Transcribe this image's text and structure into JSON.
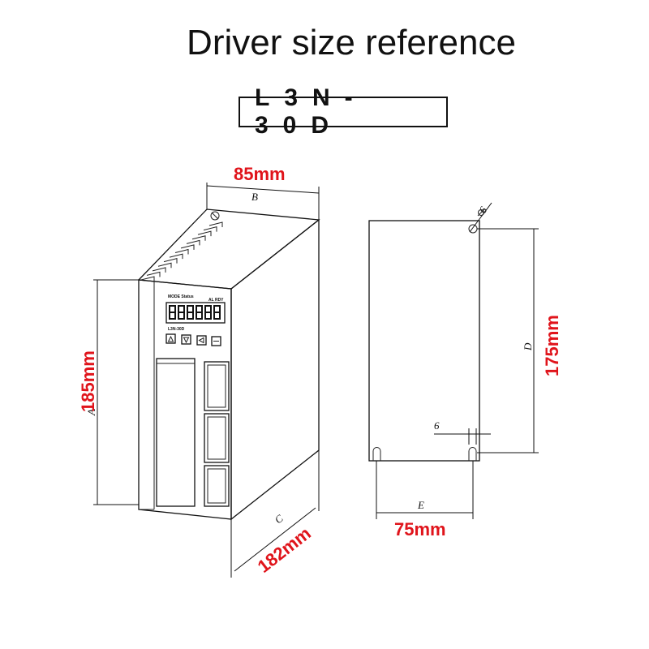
{
  "title": "Driver size reference",
  "model": "L3N-30D",
  "dimensions": {
    "width": "85mm",
    "height": "185mm",
    "depth": "182mm",
    "mount_height": "175mm",
    "mount_width": "75mm",
    "hole_diameter": "6",
    "hole_offset": "6"
  },
  "dimension_letters": {
    "width": "B",
    "height": "A",
    "depth": "C",
    "mount_height": "D",
    "mount_width": "E"
  },
  "display": {
    "label_left": "MODE  Status",
    "label_right": "AL  RDY",
    "digits": "888888",
    "model_label": "L3N-30D"
  },
  "colors": {
    "dimension_text": "#e0141b",
    "line": "#111111"
  }
}
